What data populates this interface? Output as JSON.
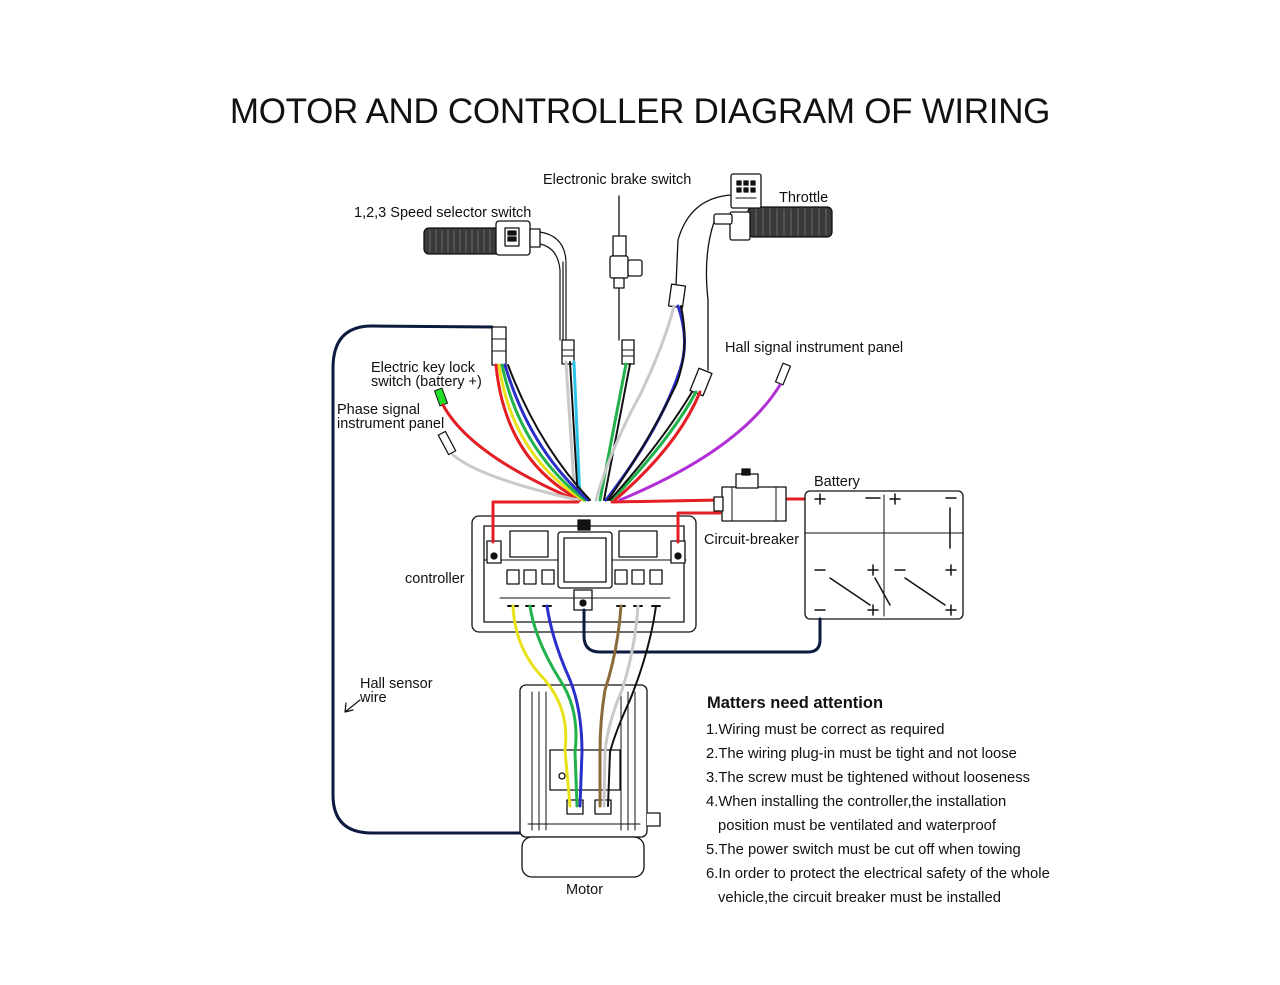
{
  "title": "MOTOR AND CONTROLLER  DIAGRAM OF WIRING",
  "labels": {
    "brake": "Electronic brake switch",
    "throttle": "Throttle",
    "speed_selector": "1,2,3 Speed selector switch",
    "hall_signal_panel": "Hall signal instrument panel",
    "key_lock_1": "Electric key lock",
    "key_lock_2": "switch (battery +)",
    "phase_signal_1": "Phase signal",
    "phase_signal_2": "instrument panel",
    "battery": "Battery",
    "circuit_breaker": "Circuit-breaker",
    "controller": "controller",
    "hall_sensor_1": "Hall sensor",
    "hall_sensor_2": "wire",
    "motor": "Motor"
  },
  "notes": {
    "title": "Matters need attention",
    "items": [
      "1.Wiring must be correct as required",
      "2.The wiring plug-in must be tight and not loose",
      "3.The screw must be tightened without looseness",
      "4.When installing the controller,the installation",
      "   position must be ventilated and waterproof",
      "5.The power switch must be cut off when towing",
      "6.In order to protect the electrical safety of the whole",
      "   vehicle,the circuit breaker must be installed"
    ]
  },
  "colors": {
    "red": "#e31e24",
    "green": "#22b24c",
    "blue": "#2b2fc9",
    "yellow": "#e8e21a",
    "purple": "#b12fd6",
    "grey": "#c9c9c9",
    "brown": "#8a6a3a",
    "cyan": "#2ec4e8",
    "navy": "#0d1a40"
  }
}
